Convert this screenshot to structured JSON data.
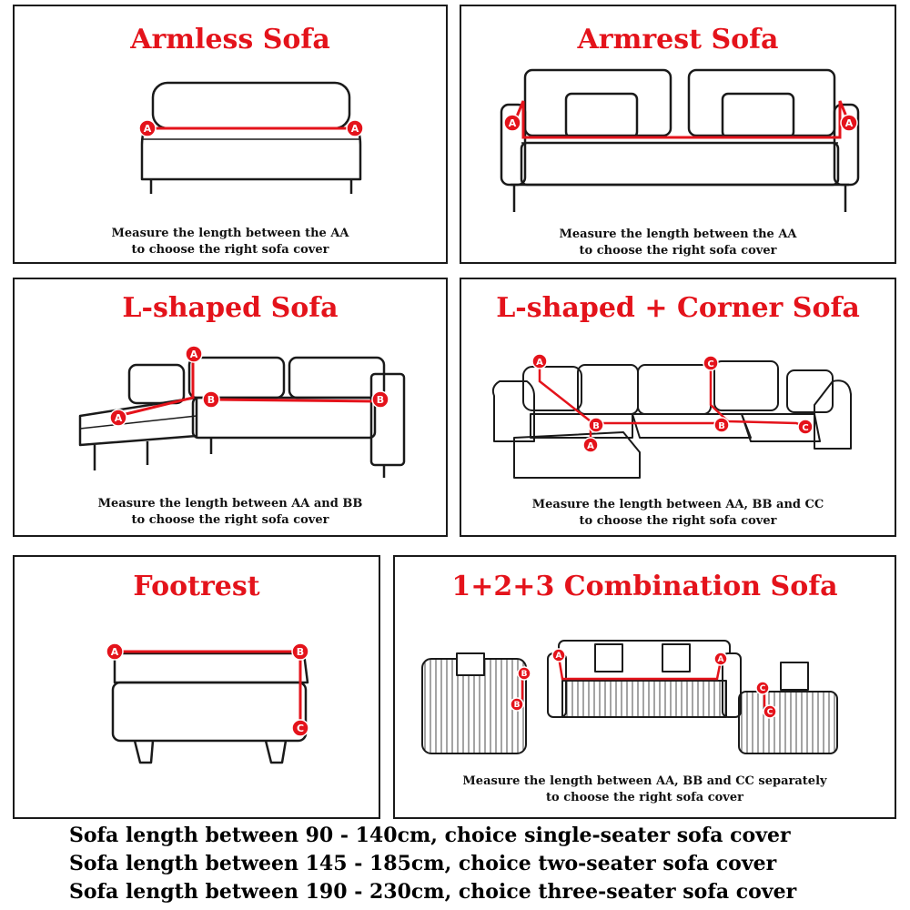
{
  "panels": {
    "armless": {
      "title": "Armless Sofa",
      "caption": [
        "Measure the length between the AA",
        "to choose the right sofa cover"
      ]
    },
    "armrest": {
      "title": "Armrest Sofa",
      "caption": [
        "Measure the length between the AA",
        "to choose the right sofa cover"
      ]
    },
    "lshaped": {
      "title": "L-shaped Sofa",
      "caption": [
        "Measure the length between AA and BB",
        "to choose the right sofa cover"
      ]
    },
    "lcorner": {
      "title": "L-shaped + Corner Sofa",
      "caption": [
        "Measure the length between AA, BB and CC",
        "to choose the right sofa cover"
      ]
    },
    "footrest": {
      "title": "Footrest",
      "caption": []
    },
    "combo": {
      "title": "1+2+3 Combination Sofa",
      "caption": [
        "Measure the length between AA, BB and CC separately",
        "to choose the right sofa cover"
      ]
    }
  },
  "markers": {
    "a": "A",
    "b": "B",
    "c": "C"
  },
  "colors": {
    "accent": "#e4131b",
    "line": "#1a1a1a"
  },
  "footer": [
    "Sofa length between 90 - 140cm, choice single-seater sofa cover",
    "Sofa length between 145 - 185cm, choice two-seater sofa cover",
    "Sofa length between 190 - 230cm, choice three-seater sofa cover"
  ]
}
